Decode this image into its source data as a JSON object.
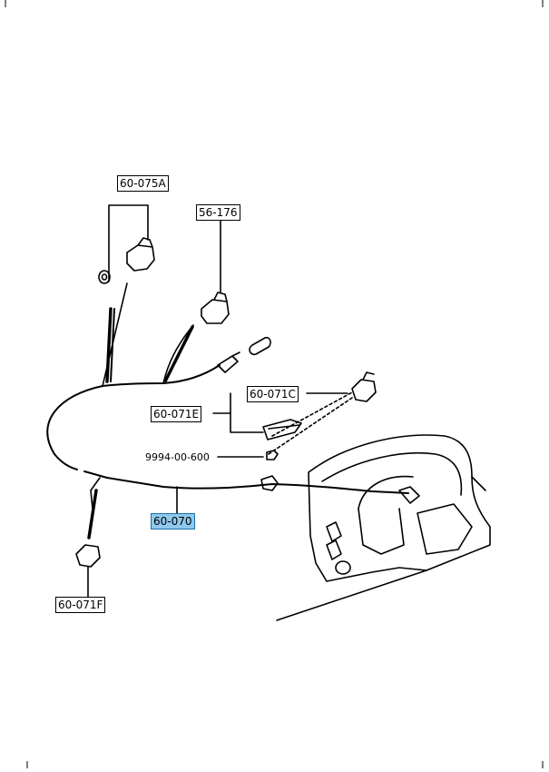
{
  "diagram": {
    "labels": {
      "p60_075A": "60-075A",
      "p56_176": "56-176",
      "p60_071C": "60-071C",
      "p60_071E": "60-071E",
      "p9994": "9994-00-600",
      "p60_070": "60-070",
      "p60_071F": "60-071F"
    },
    "highlight_color": "#8ec8ec"
  }
}
